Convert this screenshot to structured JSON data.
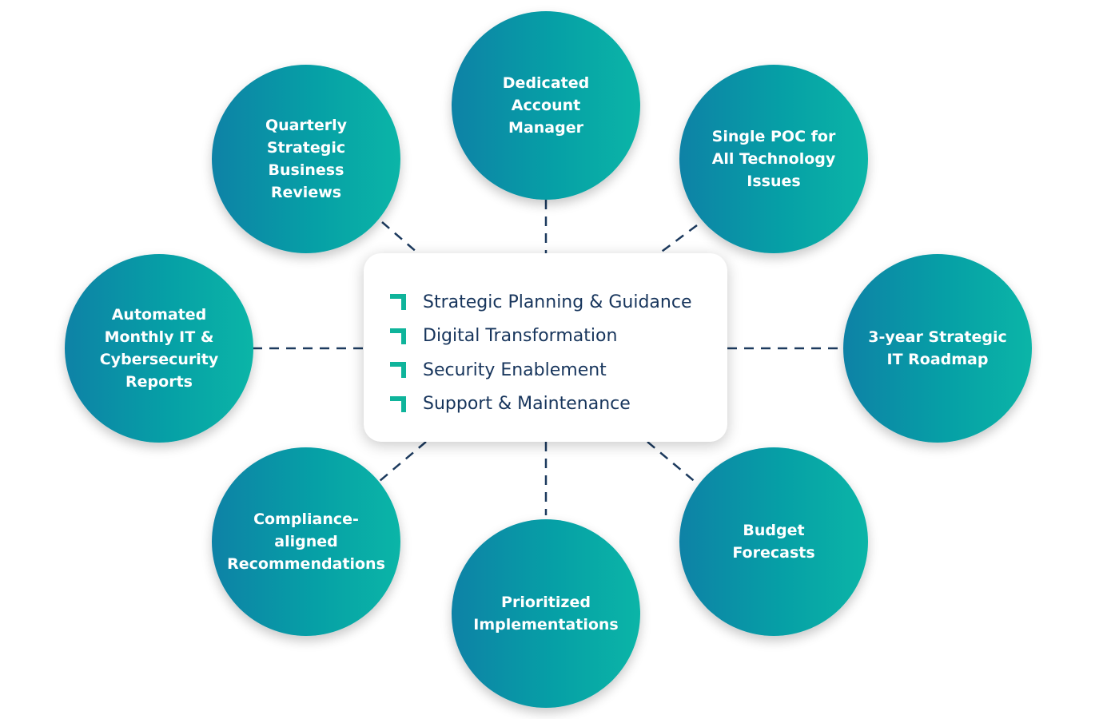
{
  "colors": {
    "node_gradient_start": "#0e82a6",
    "node_gradient_end": "#0bb5a7",
    "connector": "#1c3a5e",
    "pillar_text": "#17355c",
    "pillar_icon": "#0fb49b"
  },
  "center": {
    "pillars": [
      {
        "label": "Strategic Planning & Guidance",
        "icon": "corner-bracket-icon"
      },
      {
        "label": "Digital Transformation",
        "icon": "corner-bracket-icon"
      },
      {
        "label": "Security Enablement",
        "icon": "corner-bracket-icon"
      },
      {
        "label": "Support & Maintenance",
        "icon": "corner-bracket-icon"
      }
    ]
  },
  "nodes": {
    "dedicated_account_manager": "Dedicated\nAccount\nManager",
    "single_poc": "Single POC for\nAll Technology\nIssues",
    "roadmap": "3-year Strategic\nIT Roadmap",
    "budget_forecasts": "Budget\nForecasts",
    "prioritized_implementations": "Prioritized\nImplementations",
    "compliance_recommendations": "Compliance-\naligned\nRecommendations",
    "automated_reports": "Automated\nMonthly IT &\nCybersecurity\nReports",
    "quarterly_reviews": "Quarterly\nStrategic\nBusiness\nReviews"
  }
}
